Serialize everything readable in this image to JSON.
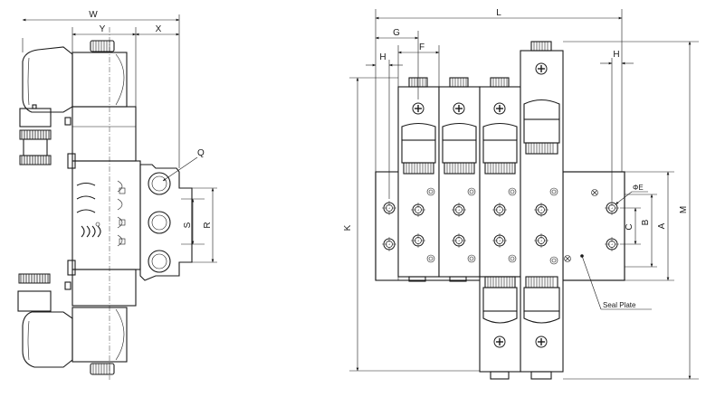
{
  "left_view": {
    "dimensions": {
      "w": "W",
      "y": "Y",
      "x": "X",
      "q": "Q",
      "s": "S",
      "r": "R"
    }
  },
  "right_view": {
    "dimensions": {
      "l": "L",
      "g": "G",
      "f": "F",
      "h_left": "H",
      "h_right": "H",
      "k": "K",
      "m": "M",
      "a": "A",
      "b": "B",
      "c": "C",
      "e": "ΦE"
    },
    "callouts": {
      "seal_plate": "Seal Plate"
    }
  }
}
